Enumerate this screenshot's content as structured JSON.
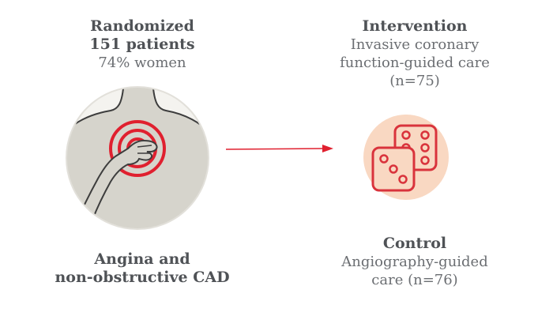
{
  "randomized": {
    "title_line1": "Randomized",
    "title_line2": "151 patients",
    "subtitle": "74% women"
  },
  "population": {
    "line1": "Angina and",
    "line2": "non-obstructive CAD"
  },
  "intervention": {
    "title": "Intervention",
    "line1": "Invasive coronary",
    "line2": "function-guided care",
    "line3": "(n=75)"
  },
  "control": {
    "title": "Control",
    "line1": "Angiography-guided",
    "line2": "care (n=76)"
  },
  "colors": {
    "accent_red": "#e0202f",
    "dice_bg": "#f9d8c2",
    "patient_bg": "#e8e6e0",
    "text_dark": "#4f5256",
    "text_light": "#6b6e72"
  },
  "icons": {
    "patient": "chest-pain-icon",
    "randomization": "dice-icon",
    "arrow": "arrow-right-icon"
  }
}
